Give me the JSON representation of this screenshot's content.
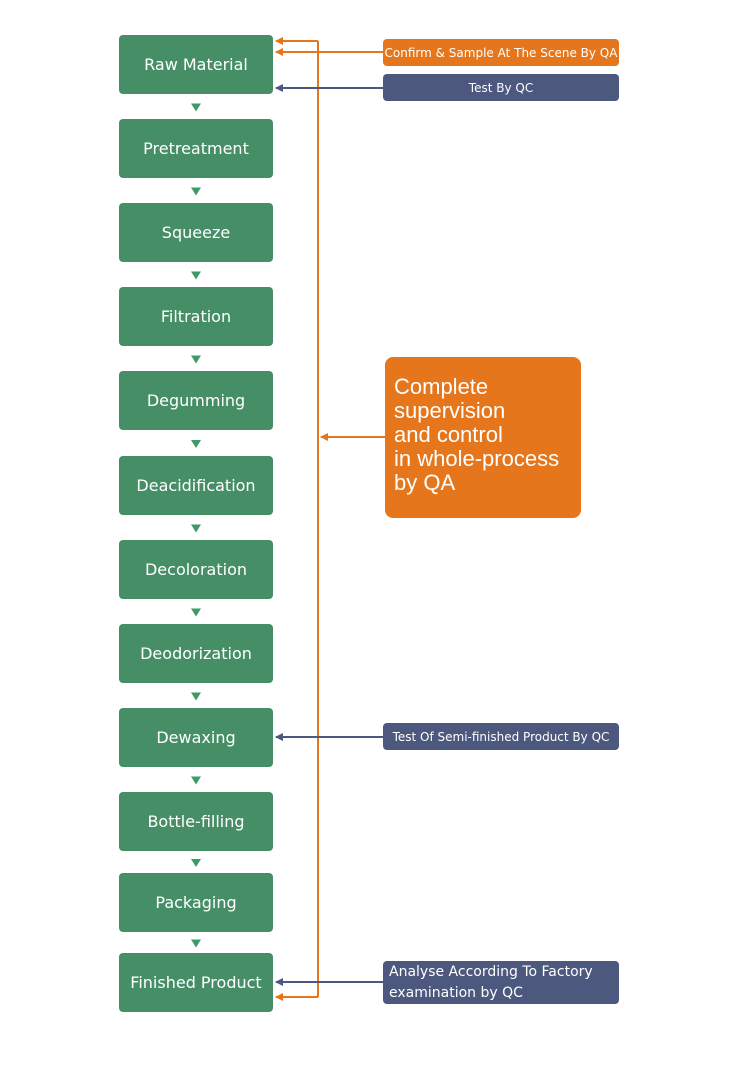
{
  "steps": [
    "Raw Material",
    "Pretreatment",
    "Squeeze",
    "Filtration",
    "Degumming",
    "Deacidification",
    "Decoloration",
    "Deodorization",
    "Dewaxing",
    "Bottle-filling",
    "Packaging",
    "Finished Product"
  ],
  "notes": {
    "qa_confirm": "Confirm & Sample At The Scene By QA",
    "qc_test": "Test By QC",
    "semi_finished": "Test Of Semi-finished Product By QC",
    "final_analysis_line1": "Analyse According To Factory",
    "final_analysis_line2": "examination by QC"
  },
  "qa_box": {
    "text": "Complete\nsupervision\nand control\nin whole-process\nby QA"
  },
  "colors": {
    "step_green": "#468f66",
    "arrow_green": "#3f9a6a",
    "qa_orange": "#e5761b",
    "qc_navy": "#4c587d"
  }
}
